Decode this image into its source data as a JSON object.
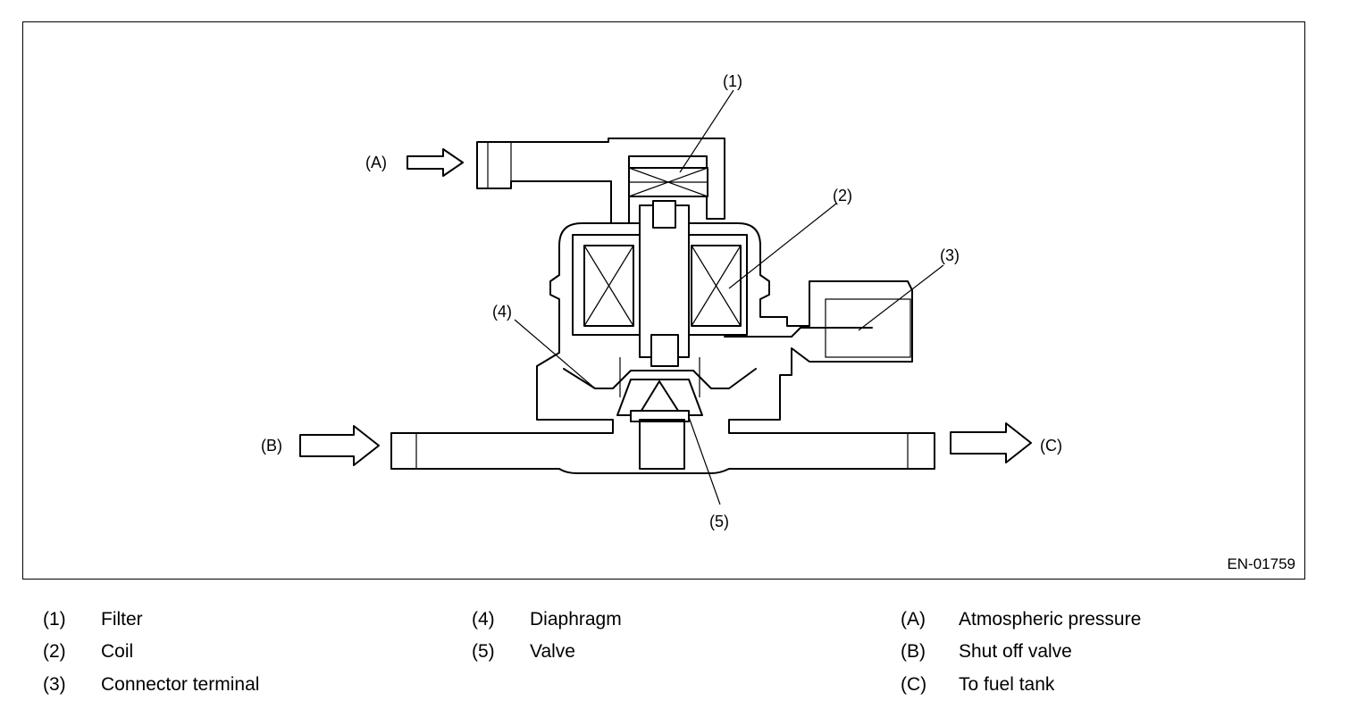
{
  "figure": {
    "id": "EN-01759",
    "callouts": {
      "c1": "(1)",
      "c2": "(2)",
      "c3": "(3)",
      "c4": "(4)",
      "c5": "(5)",
      "cA": "(A)",
      "cB": "(B)",
      "cC": "(C)"
    }
  },
  "legend": [
    {
      "key": "(1)",
      "label": "Filter"
    },
    {
      "key": "(2)",
      "label": "Coil"
    },
    {
      "key": "(3)",
      "label": "Connector terminal"
    },
    {
      "key": "(4)",
      "label": "Diaphragm"
    },
    {
      "key": "(5)",
      "label": "Valve"
    },
    {
      "key": "(A)",
      "label": "Atmospheric pressure"
    },
    {
      "key": "(B)",
      "label": "Shut off valve"
    },
    {
      "key": "(C)",
      "label": "To fuel tank"
    }
  ]
}
